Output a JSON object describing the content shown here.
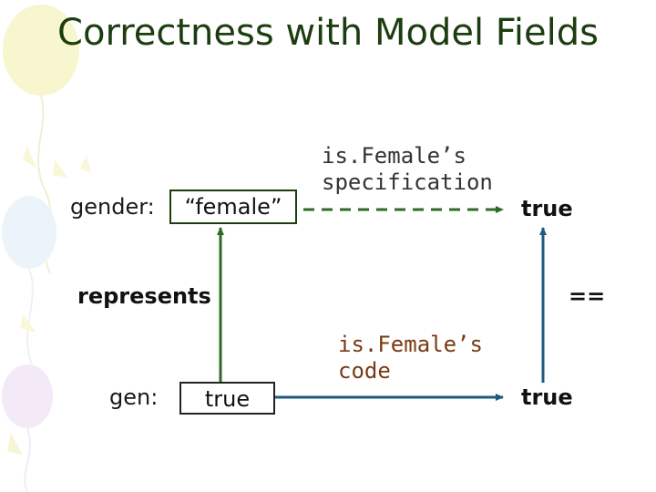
{
  "slide": {
    "title": "Correctness with Model Fields",
    "gender_label": "gender:",
    "gender_value": "“female”",
    "spec_label": "is.Female’s specification",
    "spec_result": "true",
    "represents_label": "represents",
    "equals_label": "==",
    "gen_label": "gen:",
    "gen_value": "true",
    "code_label": "is.Female’s code",
    "code_result": "true"
  },
  "colors": {
    "title": "#1c3d10",
    "arrow_green": "#2f6b28",
    "arrow_blue": "#1f5a80",
    "code_text": "#7a3a14",
    "spec_text": "#333333"
  }
}
